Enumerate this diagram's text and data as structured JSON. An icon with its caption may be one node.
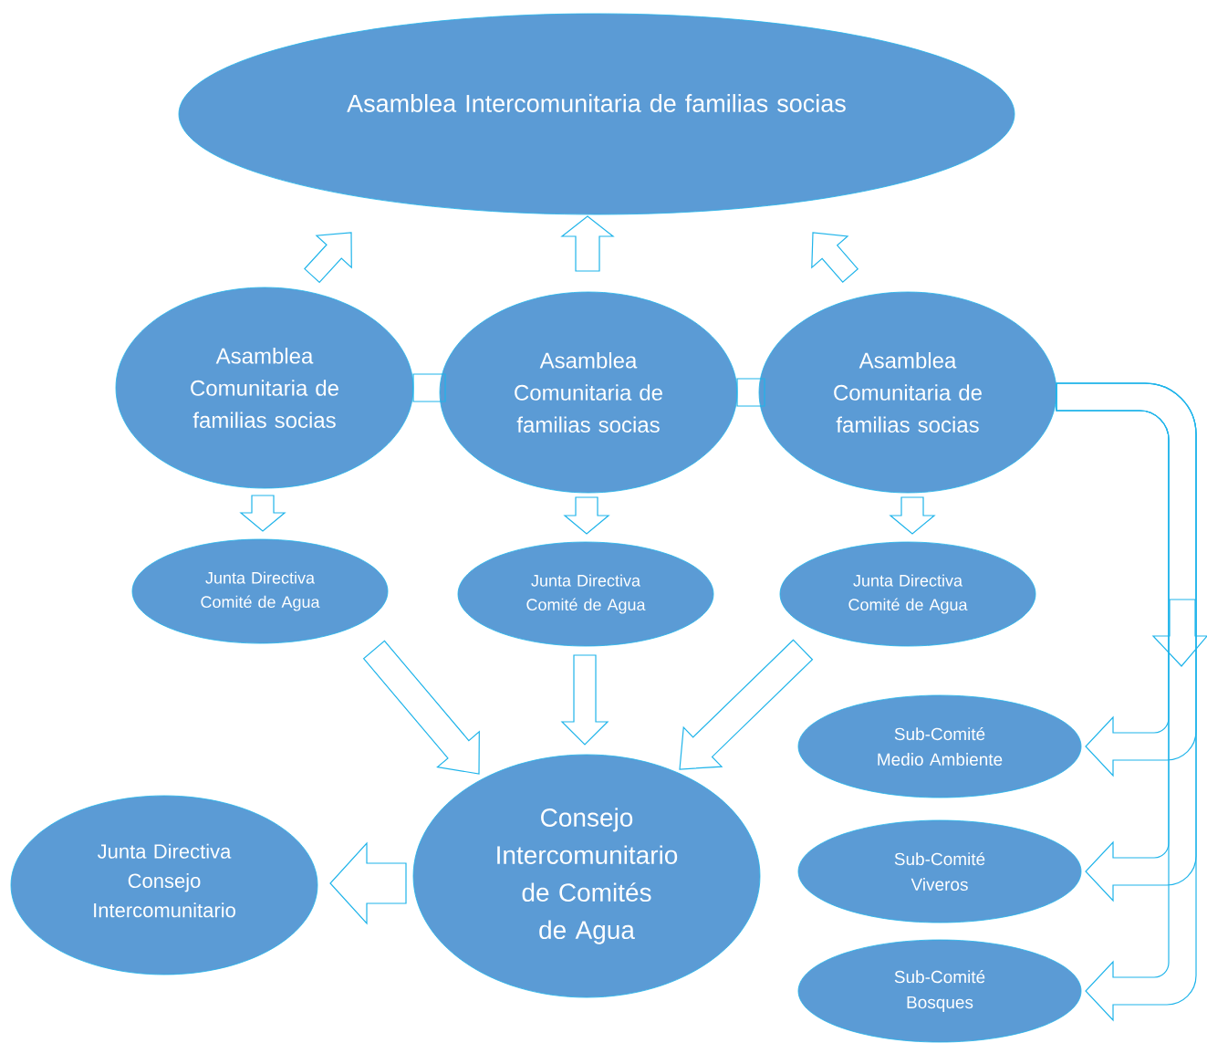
{
  "diagram": {
    "nodes": [
      {
        "text": [
          "Asamblea Intercomunitaria de familias socias"
        ]
      },
      {
        "text": [
          "Asamblea Comunitaria de familias socias"
        ]
      },
      {
        "text": [
          "Asamblea Comunitaria de familias socias"
        ]
      },
      {
        "text": [
          "Asamblea Comunitaria de familias socias"
        ]
      },
      {
        "text": [
          "Junta Directiva Comité de Agua"
        ]
      },
      {
        "text": [
          "Junta Directiva Comité de Agua"
        ]
      },
      {
        "text": [
          "Junta Directiva Comité de Agua"
        ]
      },
      {
        "text": [
          "Consejo Intercomunitario de Comités de Agua"
        ]
      },
      {
        "text": [
          "Junta Directiva Consejo Intercomunitario"
        ]
      },
      {
        "text": [
          "Sub-Comité Medio Ambiente"
        ]
      },
      {
        "text": [
          "Sub-Comité Viveros"
        ]
      },
      {
        "text": [
          "Sub-Comité Bosques"
        ]
      }
    ],
    "edges": [
      {
        "from": 1,
        "to": 0,
        "arrow": "to"
      },
      {
        "from": 2,
        "to": 0,
        "arrow": "to"
      },
      {
        "from": 3,
        "to": 0,
        "arrow": "to"
      },
      {
        "from": 1,
        "to": 2,
        "arrow": "none"
      },
      {
        "from": 2,
        "to": 3,
        "arrow": "none"
      },
      {
        "from": 1,
        "to": 4,
        "arrow": "to"
      },
      {
        "from": 2,
        "to": 5,
        "arrow": "to"
      },
      {
        "from": 3,
        "to": 6,
        "arrow": "to"
      },
      {
        "from": 4,
        "to": 7,
        "arrow": "to"
      },
      {
        "from": 5,
        "to": 7,
        "arrow": "to"
      },
      {
        "from": 6,
        "to": 7,
        "arrow": "to"
      },
      {
        "from": 7,
        "to": 8,
        "arrow": "to"
      },
      {
        "from": 3,
        "to": 9,
        "arrow": "to"
      },
      {
        "from": 3,
        "to": 10,
        "arrow": "to"
      },
      {
        "from": 3,
        "to": 11,
        "arrow": "to"
      }
    ]
  }
}
